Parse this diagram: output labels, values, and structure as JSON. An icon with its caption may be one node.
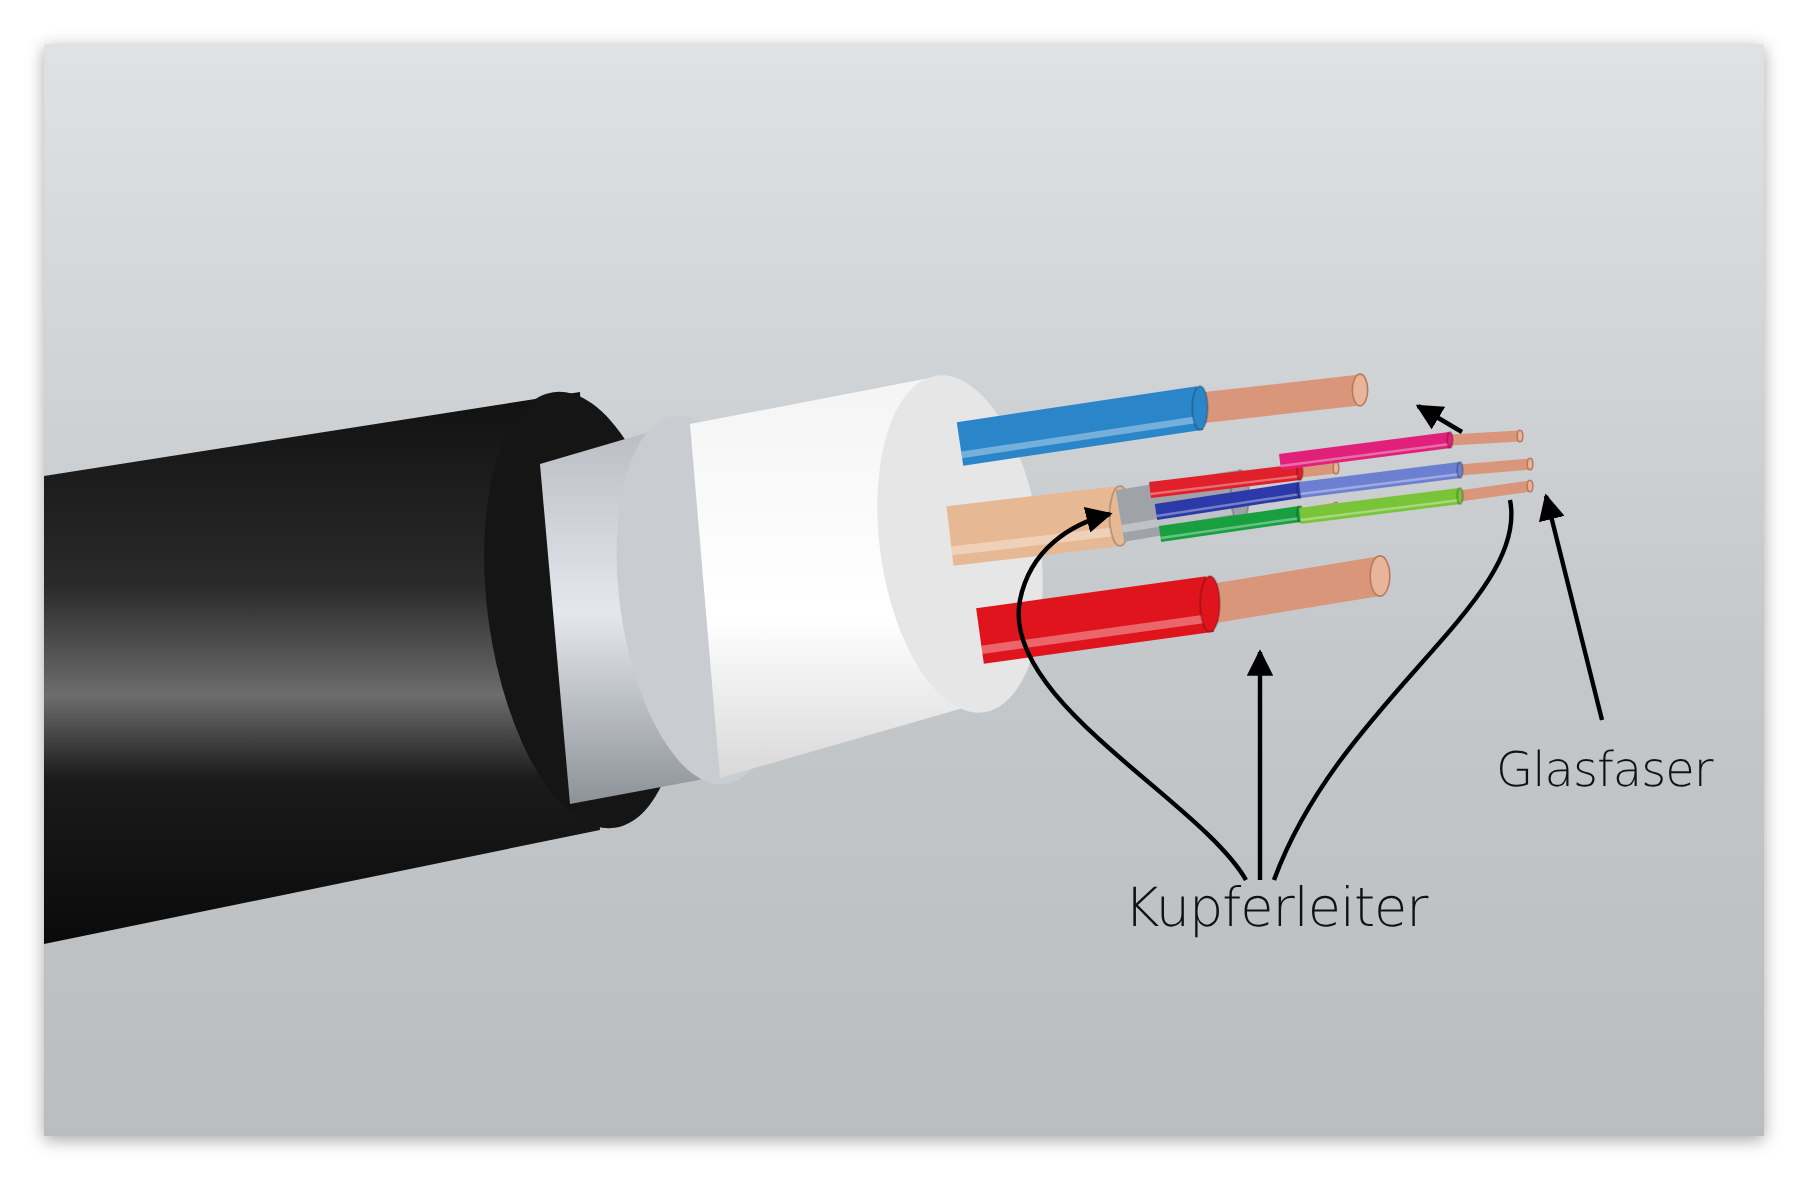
{
  "diagram": {
    "nodes": [
      {
        "text": [
          "Kupferleiter"
        ]
      },
      {
        "text": [
          "Glasfaser"
        ]
      }
    ],
    "edges": [
      {
        "from": 0,
        "to": null,
        "arrow": "to"
      },
      {
        "from": 0,
        "to": null,
        "arrow": "to"
      },
      {
        "from": 0,
        "to": null,
        "arrow": "to"
      },
      {
        "from": 1,
        "to": null,
        "arrow": "to"
      }
    ]
  }
}
